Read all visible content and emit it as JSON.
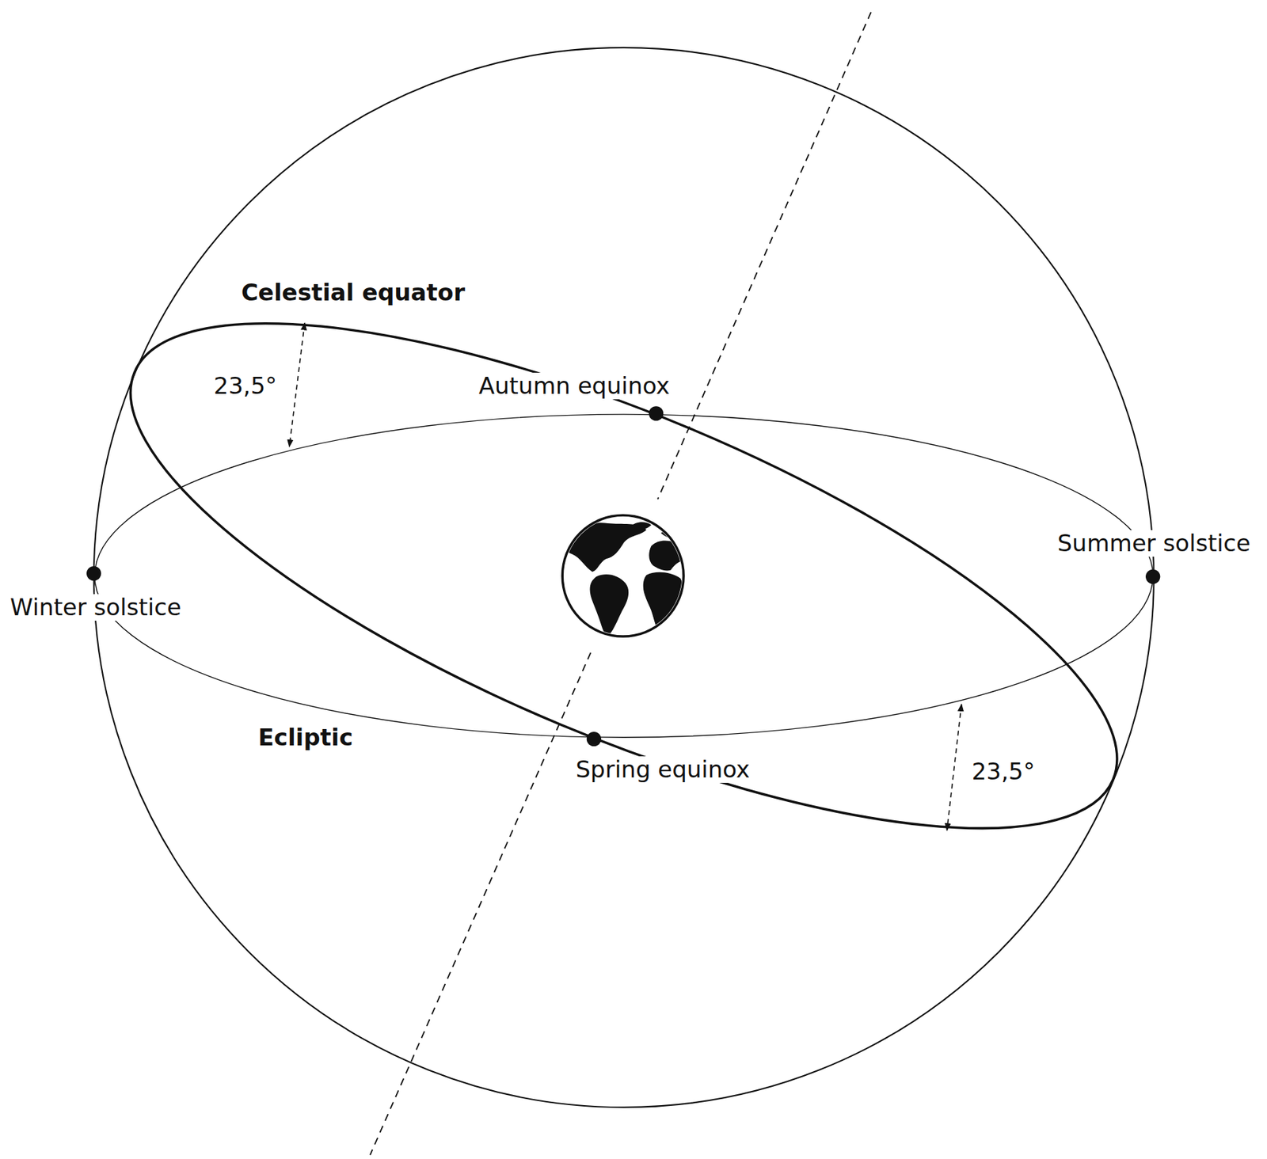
{
  "diagram": {
    "labels": [
      "Celestial equator",
      "23,5°",
      "Autumn equinox",
      "Summer solstice",
      "Winter solstice",
      "Ecliptic",
      "Spring equinox",
      "23,5°"
    ]
  }
}
